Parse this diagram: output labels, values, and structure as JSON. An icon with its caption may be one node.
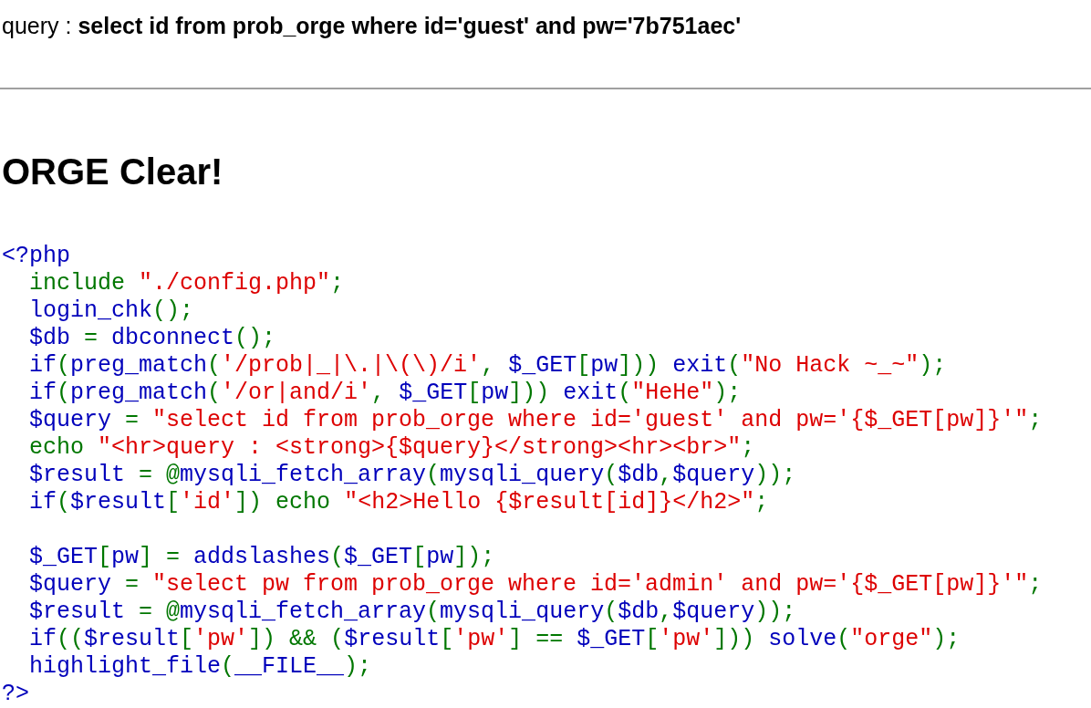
{
  "diagram": {
    "labels": [
      "query : **select id from prob_orge where id='guest' and pw='7b751aec'**",
      "ORGE Clear!",
      "<?php",
      "include \"./config.php\";",
      "login_chk();",
      "$db = dbconnect();",
      "if(preg_match('/prob|_|\\.|\\(\\)/i', $_GET[pw])) exit(\"No Hack ~_~\");",
      "if(preg_match('/or|and/i', $_GET[pw])) exit(\"HeHe\");",
      "$query = \"select id from prob_orge where id='guest' and pw='{$_GET[pw]}'\";",
      "echo \"<hr>query : <strong>{$query}</strong><hr><br>\";",
      "$result = @mysqli_fetch_array(mysqli_query($db,$query));",
      "if($result['id']) echo \"<h2>Hello {$result[id]}</h2>\";",
      "$_GET[pw] = addslashes($_GET[pw]);",
      "$query = \"select pw from prob_orge where id='admin' and pw='{$_GET[pw]}'\";",
      "$result = @mysqli_fetch_array(mysqli_query($db,$query));",
      "if(($result['pw']) && ($result['pw'] == $_GET['pw'])) solve(\"orge\");",
      "highlight_file(__FILE__);",
      "?>"
    ]
  }
}
